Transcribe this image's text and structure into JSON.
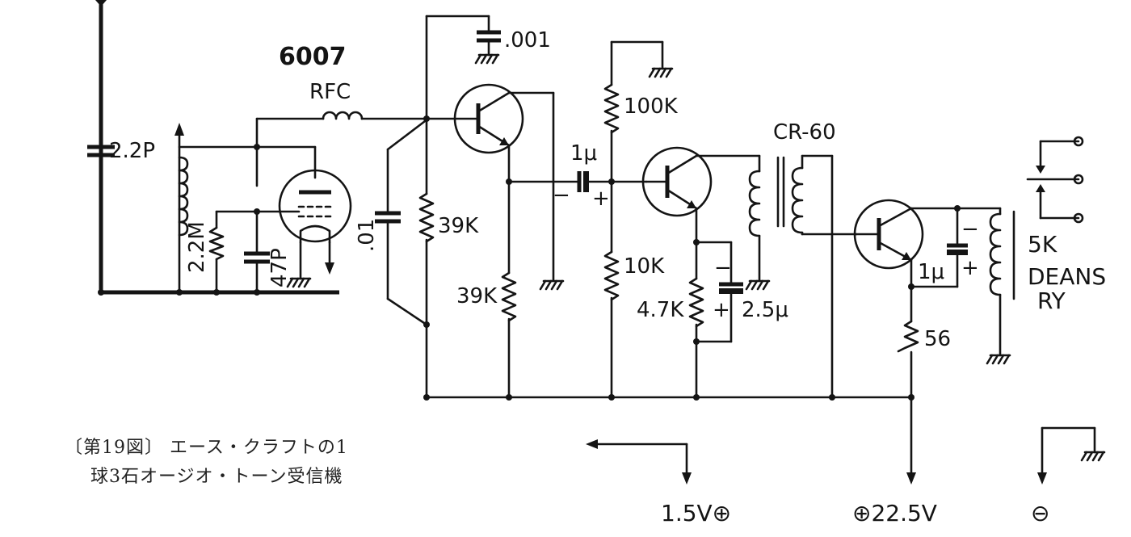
{
  "tube": {
    "type": "6007",
    "rfc": "RFC"
  },
  "components": {
    "antenna_cap": "2.2P",
    "grid_resistor": "2.2M",
    "grid_cap": "47P",
    "coupling_cap": ".01",
    "bypass_cap": ".001",
    "bias_res_1": "39K",
    "collector_res_1": "39K",
    "interstage_cap": "1μ",
    "base_res_top": "100K",
    "base_res_bottom": "10K",
    "emitter_res_2": "4.7K",
    "emitter_cap_2": "2.5μ",
    "transformer": "CR-60",
    "output_cap": "1μ",
    "emitter_res_3": "56",
    "output_load": "5K",
    "output_device_line1": "DEANS",
    "output_device_line2": "RY"
  },
  "polarity": {
    "minus": "−",
    "plus": "+"
  },
  "supplies": {
    "low": "1.5V⊕",
    "high": "⊕22.5V",
    "ground": "⊖"
  },
  "caption": {
    "line1": "〔第19図〕 エース・クラフトの1",
    "line2": "球3石オージオ・トーン受信機"
  }
}
